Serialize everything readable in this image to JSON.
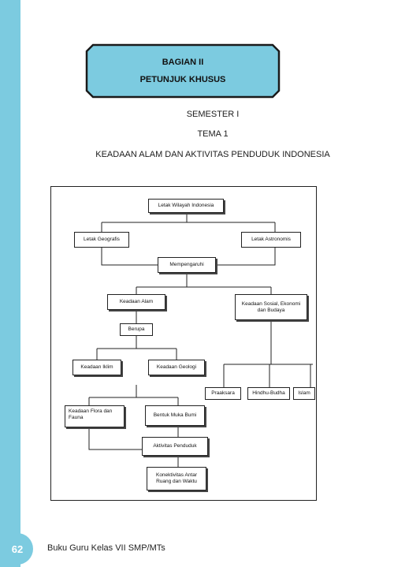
{
  "banner": {
    "line1": "BAGIAN II",
    "line2": "PETUNJUK KHUSUS",
    "fill": "#7ccbe0"
  },
  "headings": {
    "semester": "SEMESTER I",
    "tema": "TEMA 1",
    "title": "KEADAAN ALAM DAN AKTIVITAS PENDUDUK INDONESIA"
  },
  "diagram": {
    "letak_wilayah": "Letak Wilayah Indonesia",
    "letak_geografis": "Letak Geografis",
    "letak_astronomis": "Letak Astronomis",
    "mempengaruhi": "Mempengaruhi",
    "keadaan_alam": "Keadaan Alam",
    "keadaan_sosial": "Keadaan Sosial, Ekonomi dan Budaya",
    "berupa": "Berupa",
    "keadaan_iklim": "Keadaan Iklim",
    "keadaan_geologi": "Keadaan Geologi",
    "praaksara": "Praaksara",
    "hindhu_budha": "Hindhu-Budha",
    "islam": "Islam",
    "flora_fauna": "Keadaan Flora dan Fauna",
    "bentuk_muka_bumi": "Bentuk Muka Bumi",
    "aktivitas_penduduk": "Aktivitas Penduduk",
    "konektivitas": "Konektivitas Antar Ruang dan Waktu"
  },
  "footer": {
    "page_number": "62",
    "book_title": "Buku Guru Kelas VII SMP/MTs",
    "accent": "#7ccbe0"
  }
}
